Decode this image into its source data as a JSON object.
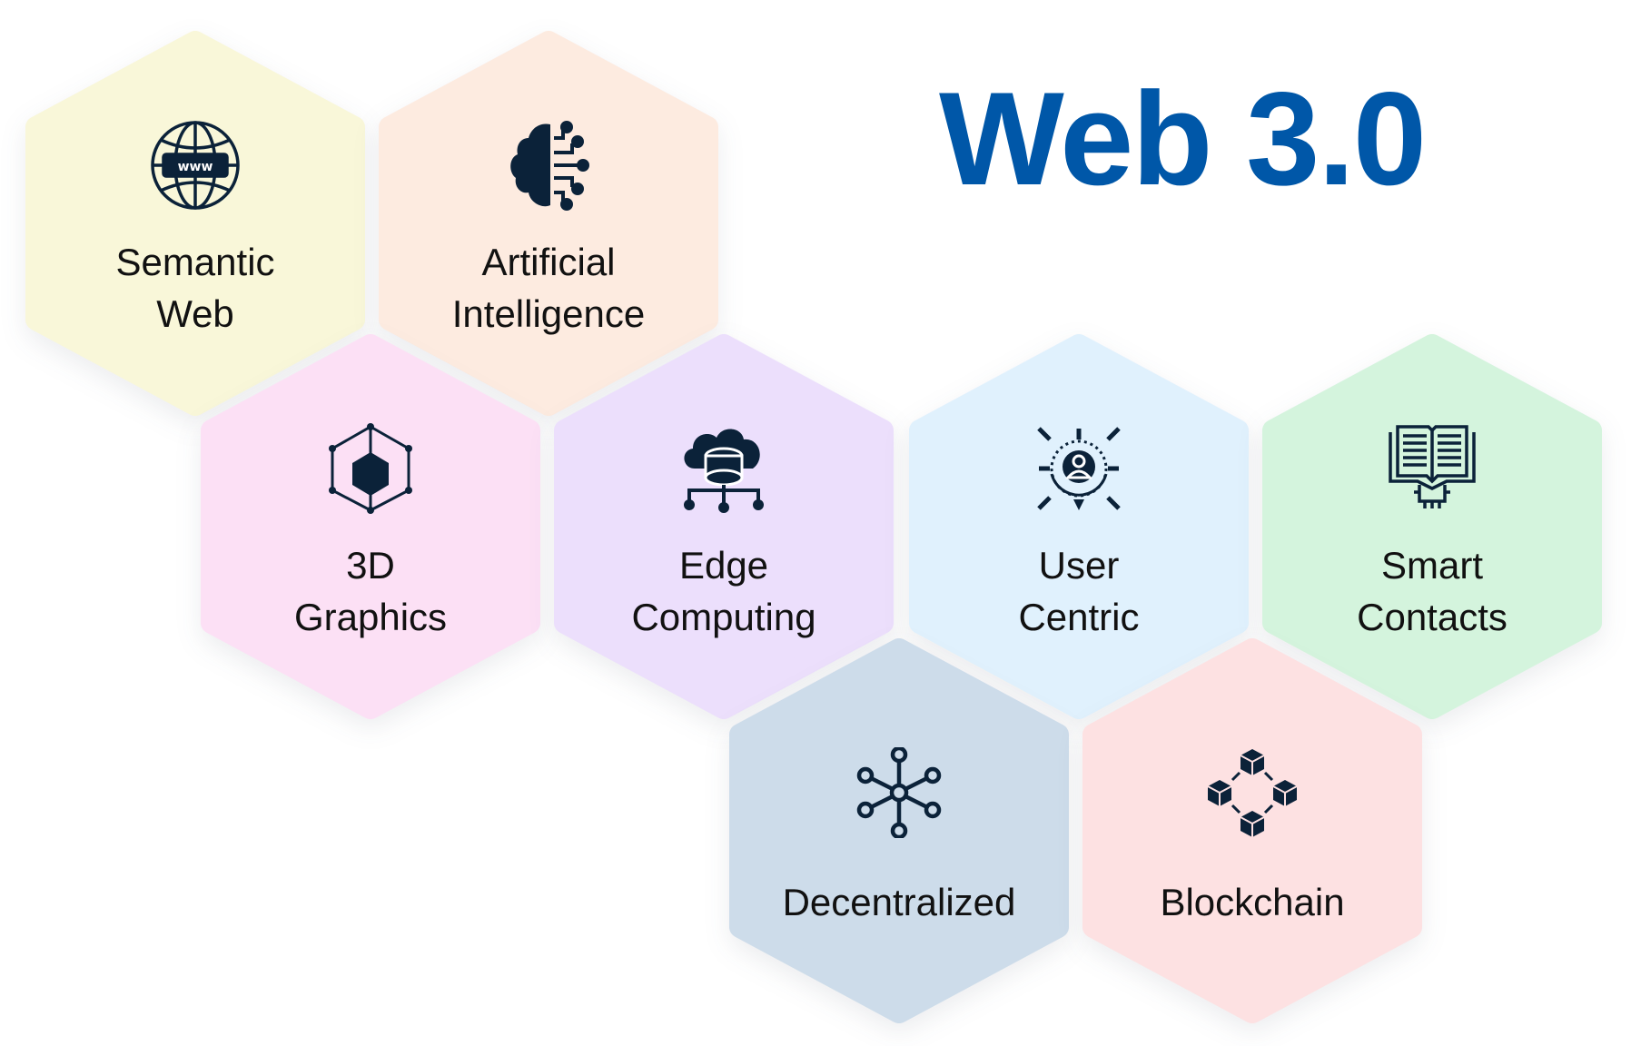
{
  "title": "Web 3.0",
  "colors": {
    "title": "#0057a8",
    "icon": "#0b2239"
  },
  "tiles": [
    {
      "lines": [
        "Semantic",
        "Web"
      ],
      "icon": "www-globe-icon",
      "color": "#f9f7d9"
    },
    {
      "lines": [
        "Artificial",
        "Intelligence"
      ],
      "icon": "ai-brain-icon",
      "color": "#fdebe0"
    },
    {
      "lines": [
        "3D",
        "Graphics"
      ],
      "icon": "3d-cube-icon",
      "color": "#fce0f5"
    },
    {
      "lines": [
        "Edge",
        "Computing"
      ],
      "icon": "cloud-database-icon",
      "color": "#ecdffc"
    },
    {
      "lines": [
        "User",
        "Centric"
      ],
      "icon": "user-target-icon",
      "color": "#e0f1fd"
    },
    {
      "lines": [
        "Smart",
        "Contacts"
      ],
      "icon": "book-chip-icon",
      "color": "#d4f4dd"
    },
    {
      "lines": [
        "Decentralized"
      ],
      "icon": "network-nodes-icon",
      "color": "#cddcea"
    },
    {
      "lines": [
        "Blockchain"
      ],
      "icon": "blockchain-blocks-icon",
      "color": "#fde1e2"
    }
  ]
}
